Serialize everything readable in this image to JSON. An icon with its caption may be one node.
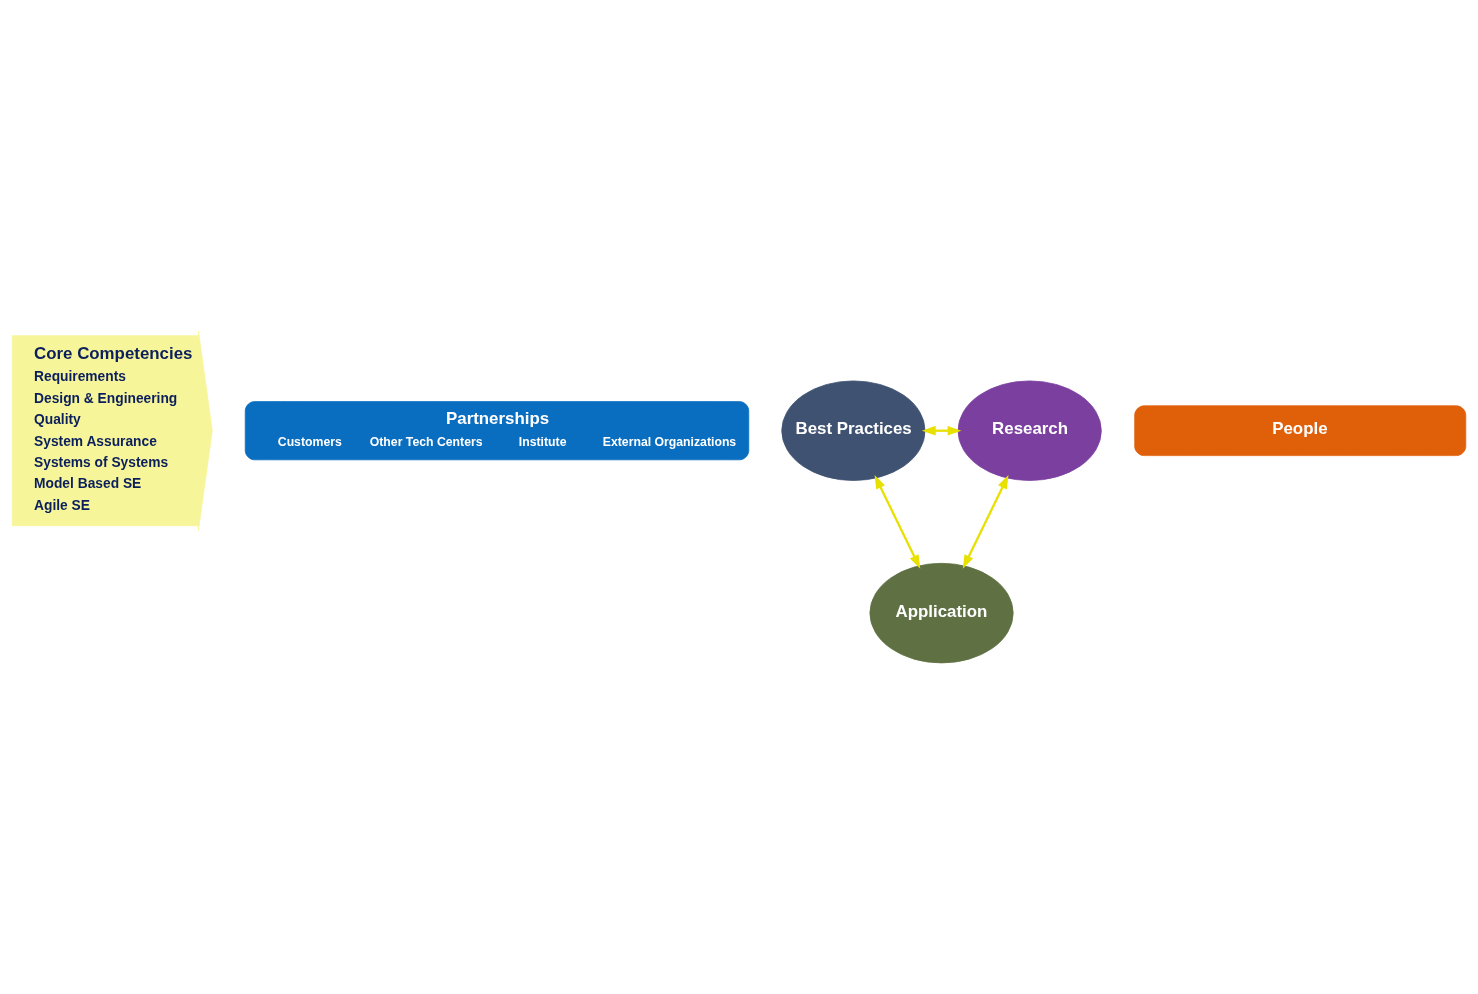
{
  "diagram": {
    "nodes": [
      {
        "text": [
          "Core Competencies",
          "Requirements",
          "Design & Engineering",
          "Quality",
          "System Assurance",
          "Systems of Systems",
          "Model Based SE",
          "Agile SE"
        ]
      },
      {
        "text": [
          "Partnerships",
          "Customers",
          "Other Tech Centers",
          "Institute",
          "External Organizations"
        ]
      },
      {
        "text": [
          "Best Practices"
        ]
      },
      {
        "text": [
          "Research"
        ]
      },
      {
        "text": [
          "Application"
        ]
      },
      {
        "text": [
          "People"
        ]
      }
    ],
    "edges": [
      {
        "from": 2,
        "to": 3,
        "arrow": "both"
      },
      {
        "from": 2,
        "to": 4,
        "arrow": "both"
      },
      {
        "from": 3,
        "to": 4,
        "arrow": "both"
      }
    ]
  }
}
